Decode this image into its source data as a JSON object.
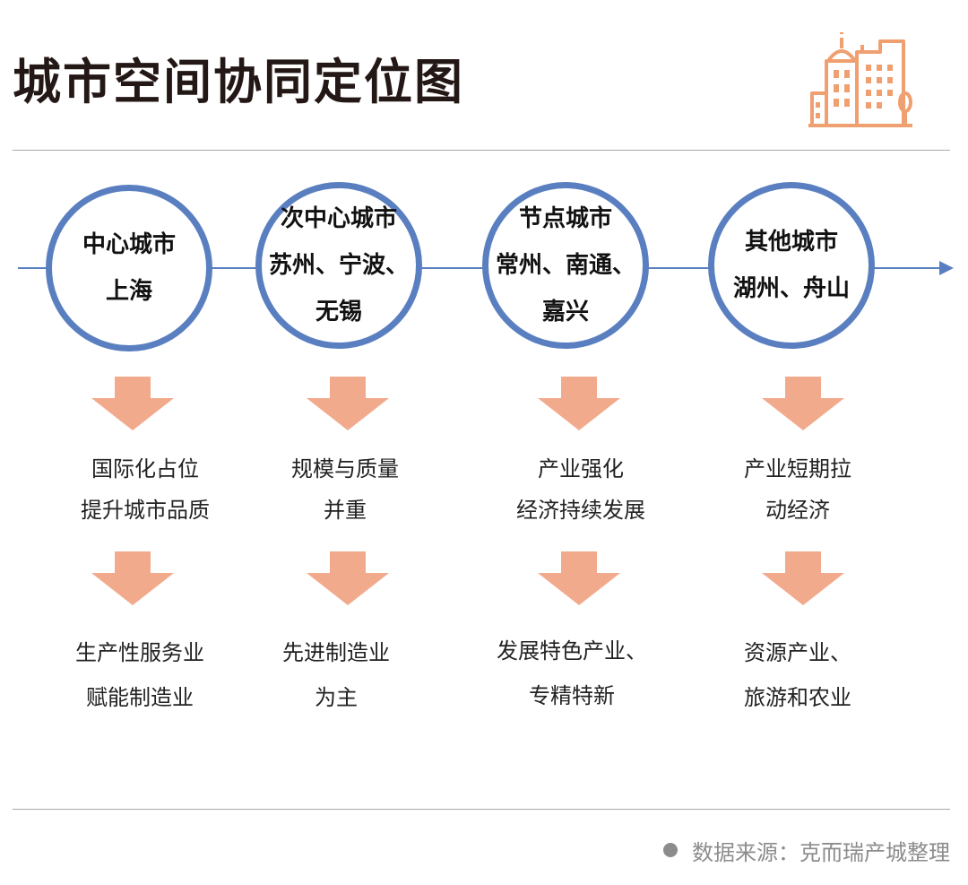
{
  "title": "城市空间协同定位图",
  "stages": [
    {
      "circle_text": "中心城市\n上海",
      "desc_1": "国际化占位\n提升城市品质",
      "desc_2": "生产性服务业\n赋能制造业"
    },
    {
      "circle_text": "次中心城市\n苏州、宁波、\n无锡",
      "desc_1": "规模与质量\n并重",
      "desc_2": "先进制造业\n为主"
    },
    {
      "circle_text": "节点城市\n常州、南通、\n嘉兴",
      "desc_1": "产业强化\n经济持续发展",
      "desc_2": "发展特色产业、\n专精特新"
    },
    {
      "circle_text": "其他城市\n湖州、舟山",
      "desc_1": "产业短期拉\n动经济",
      "desc_2": "资源产业、\n旅游和农业"
    }
  ],
  "source": "数据来源：克而瑞产城整理",
  "colors": {
    "circle_border": "#5a7fc0",
    "timeline": "#5a7fc0",
    "arrow": "#f2aa8c",
    "icon": "#f0a070",
    "rule": "#a9a9a9"
  },
  "icons": {
    "header": "city-buildings-icon",
    "flow": "arrow-down-icon",
    "bullet": "dot-icon"
  }
}
